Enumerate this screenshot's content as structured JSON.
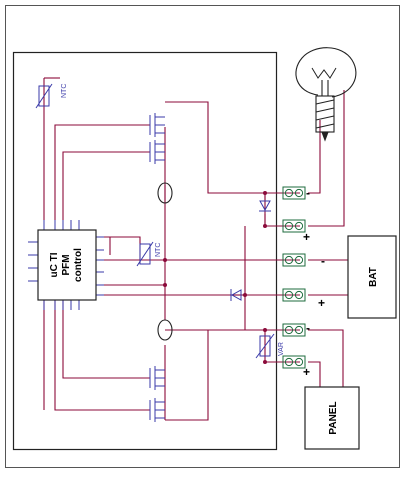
{
  "controller": {
    "line1": "uC TI",
    "line2": "PFM",
    "line3": "control"
  },
  "components": {
    "ntc_top": "NTC",
    "ntc_mid": "NTC",
    "varistor": "VAR"
  },
  "terminals": {
    "lamp_plus": "+",
    "lamp_minus": "-",
    "bat_minus": "-",
    "bat_plus": "+",
    "panel_minus": "-",
    "panel_plus": "+"
  },
  "blocks": {
    "battery": "BAT",
    "panel": "PANEL"
  },
  "colors": {
    "wire": "#8b0a3a",
    "outline": "#222222",
    "component": "#3a3aa8",
    "terminal": "#1c6b3c"
  }
}
